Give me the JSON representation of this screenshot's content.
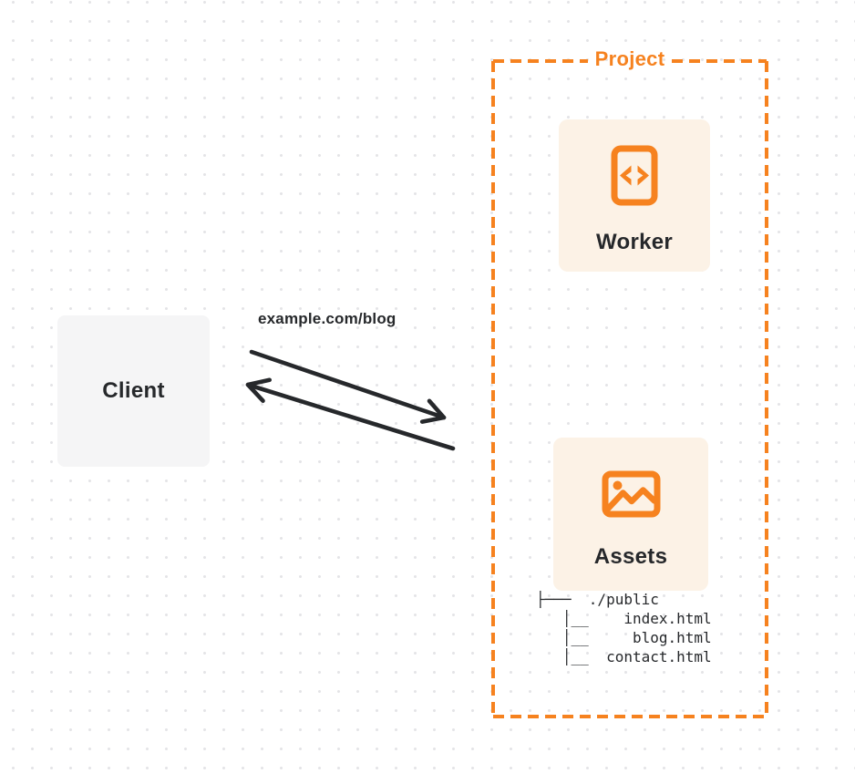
{
  "colors": {
    "accent_orange": "#F6821F",
    "card_bg": "#FCF2E6",
    "client_bg": "#F5F5F6",
    "ink": "#26282B",
    "dot": "#E4E4E7"
  },
  "client": {
    "label": "Client"
  },
  "request": {
    "label": "example.com/blog"
  },
  "project": {
    "label": "Project",
    "worker": {
      "label": "Worker",
      "icon": "code-document-icon"
    },
    "assets": {
      "label": "Assets",
      "icon": "image-icon",
      "file_tree": {
        "root": "./public",
        "files": [
          "index.html",
          "blog.html",
          "contact.html"
        ],
        "lines": [
          "├───  ./public",
          "   │__    index.html",
          "   │__     blog.html",
          "   │__  contact.html"
        ]
      }
    }
  }
}
